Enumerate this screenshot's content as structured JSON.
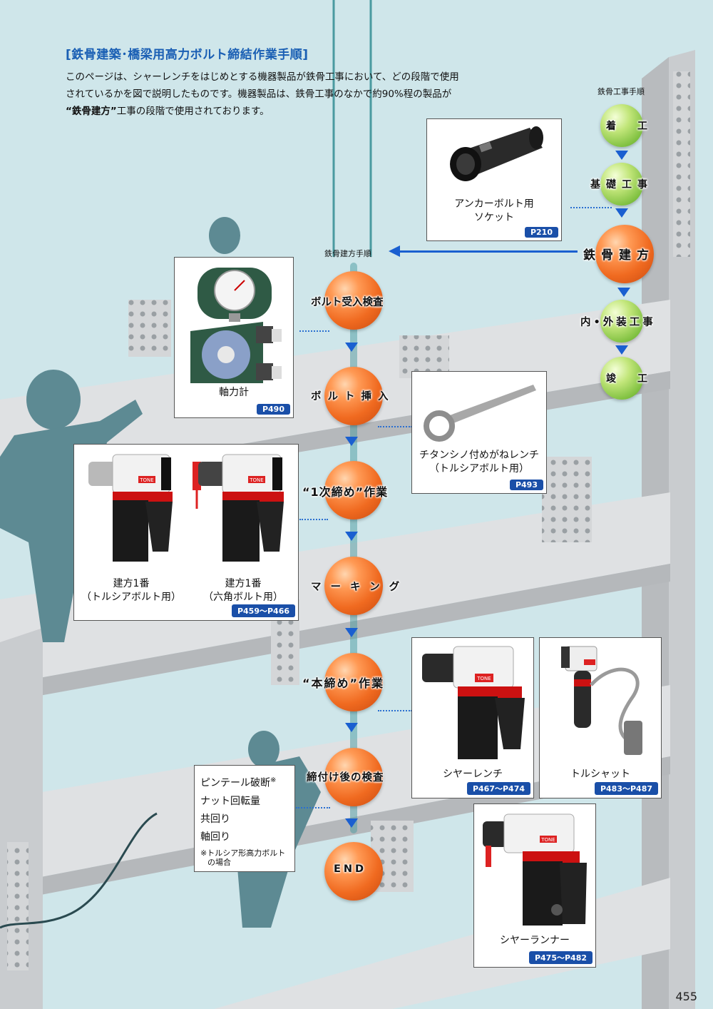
{
  "header": {
    "title": "[鉄骨建築･橋梁用高力ボルト締結作業手順]",
    "intro_line1": "このページは、シャーレンチをはじめとする機器製品が鉄骨工事において、どの段階で使用",
    "intro_line2": "されているかを図で説明したものです。機器製品は、鉄骨工事のなかで約90%程の製品が",
    "intro_line3_bold": "“鉄骨建方”",
    "intro_line3_rest": "工事の段階で使用されております。"
  },
  "main_flow": {
    "heading": "鉄骨工事手順",
    "steps": [
      "着　工",
      "基礎工事",
      "鉄骨建方",
      "内•外装工事",
      "竣　工"
    ]
  },
  "sub_flow": {
    "heading": "鉄骨建方手順",
    "steps": [
      "ボルト受入検査",
      "ボルト挿入",
      "“1次締め”作業",
      "マーキング",
      "“本締め”作業",
      "締付け後の検査",
      "END"
    ]
  },
  "products": {
    "anchor_socket": {
      "label1": "アンカーボルト用",
      "label2": "ソケット",
      "ref": "P210"
    },
    "axial_gauge": {
      "label": "軸力計",
      "ref": "P490"
    },
    "titanium_wrench": {
      "label1": "チタンシノ付めがねレンチ",
      "label2": "（トルシアボルト用）",
      "ref": "P493"
    },
    "tatekata_a": {
      "label1": "建方1番",
      "label2": "（トルシアボルト用）"
    },
    "tatekata_b": {
      "label1": "建方1番",
      "label2": "（六角ボルト用）"
    },
    "tatekata_ref": "P459～P466",
    "shear_wrench": {
      "label": "シヤーレンチ",
      "ref": "P467～P474"
    },
    "torushat": {
      "label": "トルシャット",
      "ref": "P483～P487"
    },
    "shear_runner": {
      "label": "シヤーランナー",
      "ref": "P475～P482"
    }
  },
  "inspection": {
    "items": [
      "ピンテール破断",
      "ナット回転量",
      "共回り",
      "軸回り"
    ],
    "mark": "※",
    "note1": "※トルシア形高力ボルト",
    "note2": "の場合"
  },
  "tool_branding": "TONE",
  "page_number": "455",
  "colors": {
    "accent": "#1a5fb4",
    "ball": "#f06a20",
    "ball_green": "#8cc84b",
    "arrow": "#1a5fd0"
  }
}
